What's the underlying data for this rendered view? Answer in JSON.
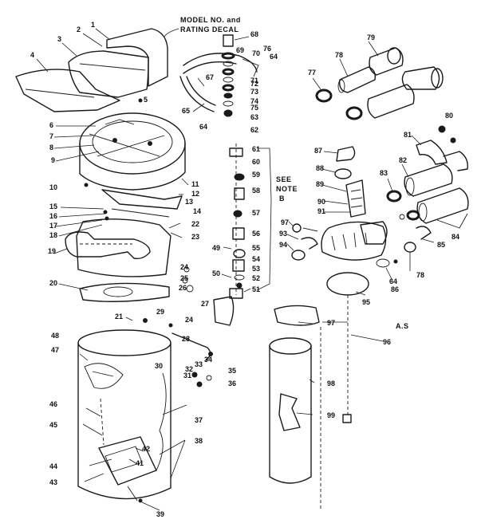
{
  "header_note": [
    "MODEL NO. and",
    "RATING DECAL"
  ],
  "see_note": [
    "SEE",
    "NOTE",
    "B"
  ],
  "corner_mark": "A.S",
  "labels": [
    {
      "id": "1"
    },
    {
      "id": "2"
    },
    {
      "id": "3"
    },
    {
      "id": "4"
    },
    {
      "id": "5"
    },
    {
      "id": "6"
    },
    {
      "id": "7"
    },
    {
      "id": "8"
    },
    {
      "id": "9"
    },
    {
      "id": "10"
    },
    {
      "id": "11"
    },
    {
      "id": "12"
    },
    {
      "id": "13"
    },
    {
      "id": "14"
    },
    {
      "id": "15"
    },
    {
      "id": "16"
    },
    {
      "id": "17"
    },
    {
      "id": "18"
    },
    {
      "id": "19"
    },
    {
      "id": "20"
    },
    {
      "id": "21"
    },
    {
      "id": "22"
    },
    {
      "id": "23"
    },
    {
      "id": "24"
    },
    {
      "id": "24"
    },
    {
      "id": "25"
    },
    {
      "id": "26"
    },
    {
      "id": "27"
    },
    {
      "id": "28"
    },
    {
      "id": "29"
    },
    {
      "id": "30"
    },
    {
      "id": "31"
    },
    {
      "id": "32"
    },
    {
      "id": "33"
    },
    {
      "id": "34"
    },
    {
      "id": "35"
    },
    {
      "id": "36"
    },
    {
      "id": "37"
    },
    {
      "id": "38"
    },
    {
      "id": "39"
    },
    {
      "id": "41"
    },
    {
      "id": "42"
    },
    {
      "id": "43"
    },
    {
      "id": "44"
    },
    {
      "id": "45"
    },
    {
      "id": "46"
    },
    {
      "id": "47"
    },
    {
      "id": "48"
    },
    {
      "id": "49"
    },
    {
      "id": "50"
    },
    {
      "id": "51"
    },
    {
      "id": "52"
    },
    {
      "id": "53"
    },
    {
      "id": "54"
    },
    {
      "id": "55"
    },
    {
      "id": "56"
    },
    {
      "id": "57"
    },
    {
      "id": "58"
    },
    {
      "id": "59"
    },
    {
      "id": "60"
    },
    {
      "id": "61"
    },
    {
      "id": "62"
    },
    {
      "id": "63"
    },
    {
      "id": "64"
    },
    {
      "id": "64"
    },
    {
      "id": "64"
    },
    {
      "id": "65"
    },
    {
      "id": "67"
    },
    {
      "id": "68"
    },
    {
      "id": "69"
    },
    {
      "id": "70"
    },
    {
      "id": "71"
    },
    {
      "id": "72"
    },
    {
      "id": "73"
    },
    {
      "id": "74"
    },
    {
      "id": "75"
    },
    {
      "id": "76"
    },
    {
      "id": "77"
    },
    {
      "id": "78"
    },
    {
      "id": "78"
    },
    {
      "id": "79"
    },
    {
      "id": "80"
    },
    {
      "id": "81"
    },
    {
      "id": "82"
    },
    {
      "id": "83"
    },
    {
      "id": "84"
    },
    {
      "id": "85"
    },
    {
      "id": "86"
    },
    {
      "id": "87"
    },
    {
      "id": "88"
    },
    {
      "id": "89"
    },
    {
      "id": "90"
    },
    {
      "id": "91"
    },
    {
      "id": "93"
    },
    {
      "id": "94"
    },
    {
      "id": "95"
    },
    {
      "id": "96"
    },
    {
      "id": "97"
    },
    {
      "id": "97"
    },
    {
      "id": "98"
    },
    {
      "id": "99"
    }
  ]
}
